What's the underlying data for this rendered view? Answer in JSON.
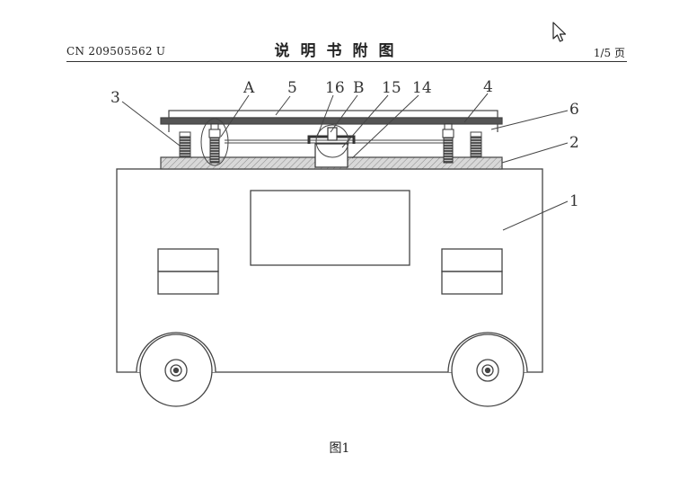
{
  "header": {
    "patent_number": "CN 209505562 U",
    "section_title": "说明书附图",
    "page_indicator": "1/5 页"
  },
  "figure": {
    "caption": "图1",
    "labels": {
      "label_1": "1",
      "label_2": "2",
      "label_3": "3",
      "label_4": "4",
      "label_5": "5",
      "label_6": "6",
      "label_14": "14",
      "label_15": "15",
      "label_16": "16",
      "label_A": "A",
      "label_B": "B"
    }
  },
  "cursor_icon": "arrow-pointer-icon"
}
